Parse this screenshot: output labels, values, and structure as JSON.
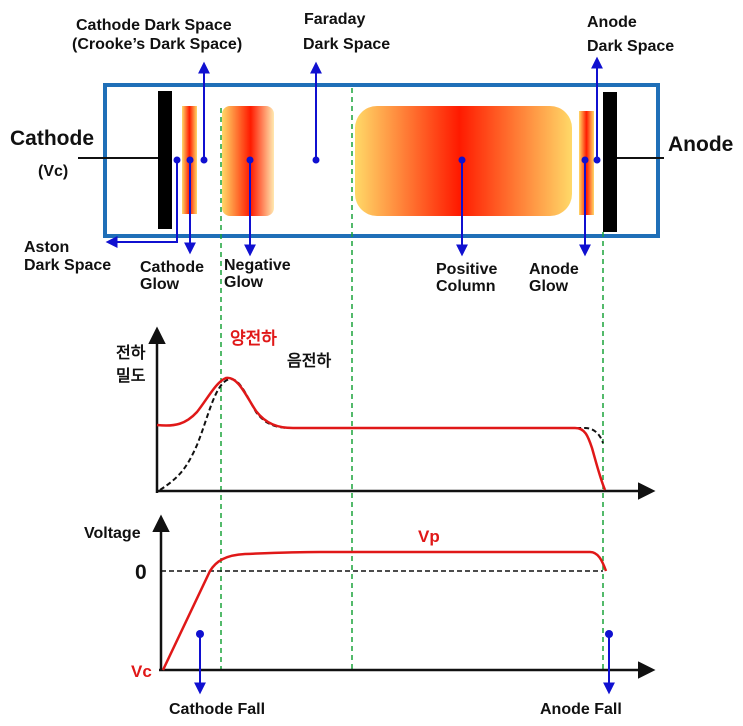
{
  "colors": {
    "tube_border": "#1f6fb8",
    "pointer": "#1010d0",
    "guide_line": "#1aa33a",
    "positive_charge": "#e01818",
    "negative_charge": "#111111",
    "glow_edge": "#ffd968",
    "glow_core": "#ff1a00"
  },
  "tube": {
    "cathode_label": "Cathode",
    "cathode_voltage": "(Vc)",
    "anode_label": "Anode"
  },
  "regions_top": {
    "cathode_dark_space_1": "Cathode Dark Space",
    "cathode_dark_space_2": "(Crooke’s Dark Space)",
    "faraday_1": "Faraday",
    "faraday_2": "Dark Space",
    "anode_dark_1": "Anode",
    "anode_dark_2": "Dark Space"
  },
  "regions_bottom": {
    "aston_1": "Aston",
    "aston_2": "Dark Space",
    "cathode_glow_1": "Cathode",
    "cathode_glow_2": "Glow",
    "negative_glow_1": "Negative",
    "negative_glow_2": "Glow",
    "positive_column_1": "Positive",
    "positive_column_2": "Column",
    "anode_glow_1": "Anode",
    "anode_glow_2": "Glow"
  },
  "density_plot": {
    "ylabel_1": "전하",
    "ylabel_2": "밀도",
    "positive_label": "양전하",
    "negative_label": "음전하"
  },
  "voltage_plot": {
    "ylabel": "Voltage",
    "zero_label": "0",
    "vc_label": "Vc",
    "vp_label": "Vp",
    "cathode_fall": "Cathode Fall",
    "anode_fall": "Anode Fall"
  }
}
